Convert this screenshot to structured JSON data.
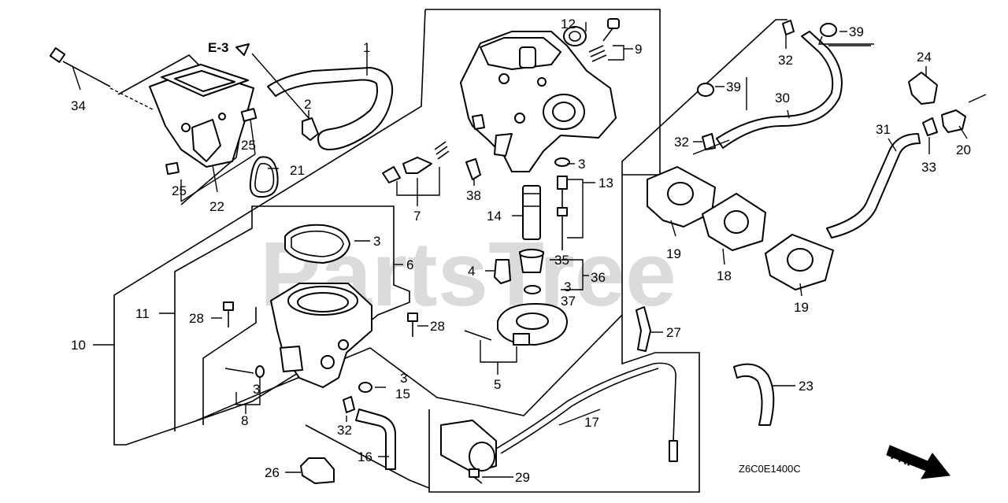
{
  "diagram": {
    "watermark": "PartsTree",
    "trademark": "™",
    "diagram_code": "Z6C0E1400C",
    "ref_label": "E-3",
    "front_label": "FR.",
    "callouts": [
      "1",
      "2",
      "3",
      "4",
      "5",
      "6",
      "7",
      "8",
      "9",
      "10",
      "11",
      "12",
      "13",
      "14",
      "15",
      "16",
      "17",
      "18",
      "19",
      "20",
      "21",
      "22",
      "23",
      "24",
      "25",
      "26",
      "27",
      "28",
      "29",
      "30",
      "31",
      "32",
      "33",
      "34",
      "35",
      "36",
      "37",
      "38",
      "39"
    ],
    "labels": {
      "l1": "1",
      "l2": "2",
      "l3a": "3",
      "l3b": "3",
      "l3c": "3",
      "l3d": "3",
      "l3e": "3",
      "l4": "4",
      "l5": "5",
      "l6": "6",
      "l7": "7",
      "l8": "8",
      "l9": "9",
      "l10": "10",
      "l11": "11",
      "l12": "12",
      "l13": "13",
      "l14": "14",
      "l15": "15",
      "l16": "16",
      "l17": "17",
      "l18": "18",
      "l19a": "19",
      "l19b": "19",
      "l20": "20",
      "l21": "21",
      "l22": "22",
      "l23": "23",
      "l24": "24",
      "l25a": "25",
      "l25b": "25",
      "l26": "26",
      "l27": "27",
      "l28a": "28",
      "l28b": "28",
      "l29": "29",
      "l30": "30",
      "l31": "31",
      "l32a": "32",
      "l32b": "32",
      "l32c": "32",
      "l33": "33",
      "l34": "34",
      "l35": "35",
      "l36": "36",
      "l37": "37",
      "l38": "38",
      "l39a": "39",
      "l39b": "39"
    }
  }
}
